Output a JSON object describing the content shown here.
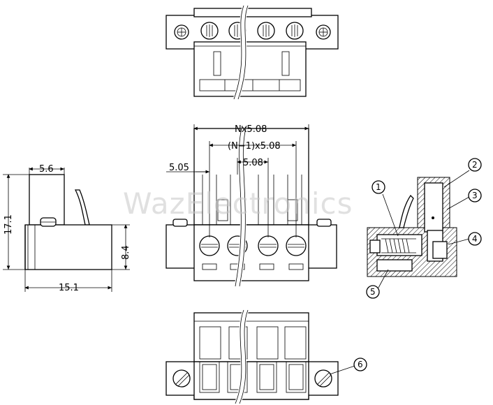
{
  "watermark": "WazElectronics",
  "dimensions": {
    "pitch_total": "Nx5.08",
    "pitch_inner": "(N−1)x5.08",
    "pitch": "5.08",
    "offset": "5.05",
    "side_top_width": "5.6",
    "side_height": "17.1",
    "side_lower_height": "8.4",
    "side_width": "15.1"
  },
  "callouts": [
    "1",
    "2",
    "3",
    "4",
    "5",
    "6"
  ]
}
